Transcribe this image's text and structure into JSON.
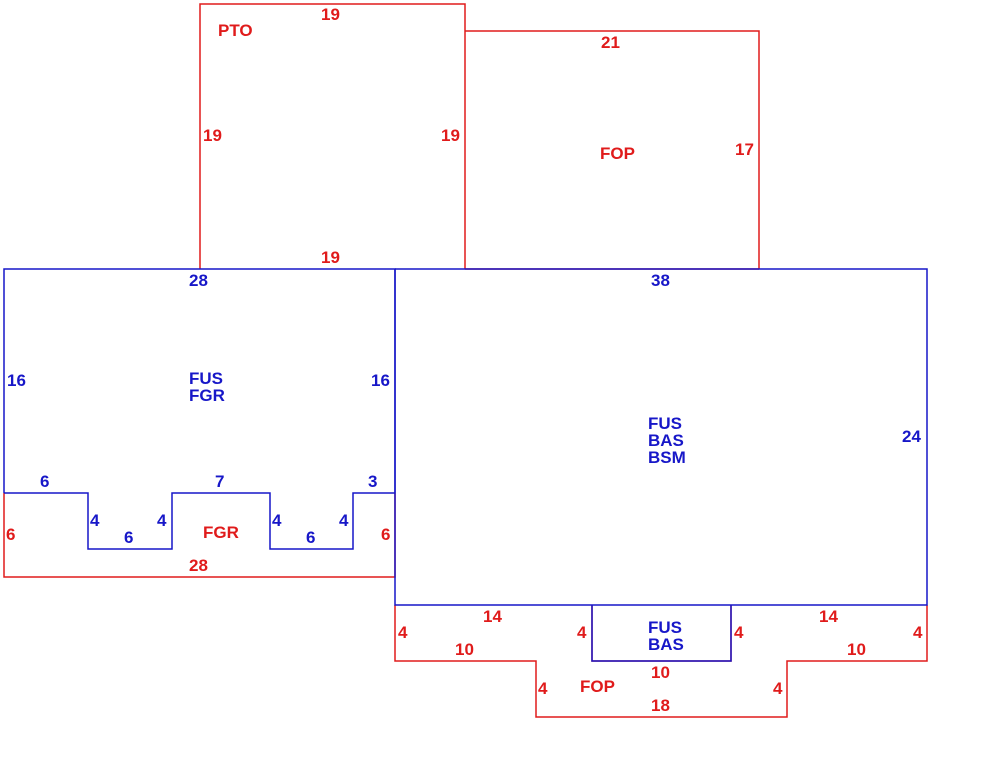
{
  "colors": {
    "red": "#e01b1b",
    "blue": "#1717c8"
  },
  "areas": {
    "pto": "PTO",
    "fop_top": "FOP",
    "left_block": [
      "FUS",
      "FGR"
    ],
    "main_block": [
      "FUS",
      "BAS",
      "BSM"
    ],
    "garage": "FGR",
    "bay": [
      "FUS",
      "BAS"
    ],
    "fop_bottom": "FOP"
  },
  "dims": {
    "pto_top": "19",
    "pto_left": "19",
    "pto_right": "19",
    "pto_bottom": "19",
    "fop_top": "21",
    "fop_right": "17",
    "left_top": "28",
    "left_left": "16",
    "left_right": "16",
    "notch_a": "6",
    "notch_b": "7",
    "notch_c": "3",
    "notch_d1": "4",
    "notch_d2": "4",
    "notch_d3": "4",
    "notch_d4": "4",
    "notch_w1": "6",
    "notch_w2": "6",
    "fgr_left": "6",
    "fgr_right": "6",
    "fgr_bottom": "28",
    "main_top": "38",
    "main_right": "24",
    "porch_l14": "14",
    "porch_l4a": "4",
    "porch_l4b": "4",
    "porch_l10": "10",
    "bay_right4": "4",
    "bay_bottom10": "10",
    "porch_r14": "14",
    "porch_r4": "4",
    "porch_r10": "10",
    "fop_b_left4": "4",
    "fop_b_right4": "4",
    "fop_b_bottom18": "18"
  }
}
